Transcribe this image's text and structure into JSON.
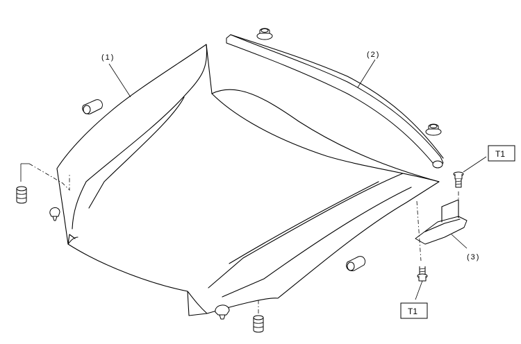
{
  "callouts": {
    "hood": "(1)",
    "seal": "(2)",
    "striker": "(3)"
  },
  "torque": {
    "upper": "T1",
    "lower": "T1"
  }
}
